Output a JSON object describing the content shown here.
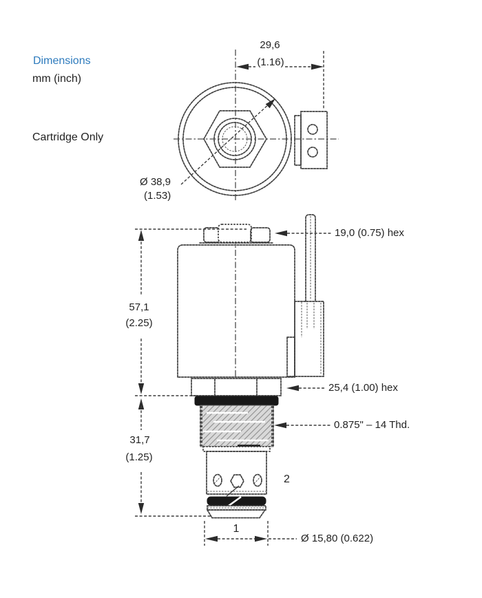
{
  "colors": {
    "ink": "#414141",
    "text": "#232323",
    "accent_blue": "#2e7bbd",
    "background": "#ffffff",
    "oring_black": "#181818"
  },
  "header": {
    "title": "Dimensions",
    "units": "mm (inch)",
    "variant": "Cartridge Only"
  },
  "top_view": {
    "width_dim_mm": "29,6",
    "width_dim_inch": "(1.16)",
    "coil_diameter_mm": "Ø 38,9",
    "coil_diameter_inch": "(1.53)"
  },
  "side_view": {
    "tube_hex_label": "19,0 (0.75) hex",
    "upper_height_mm": "57,1",
    "upper_height_inch": "(2.25)",
    "lower_height_mm": "31,7",
    "lower_height_inch": "(1.25)",
    "body_hex_label": "25,4 (1.00) hex",
    "thread_label": "0.875\" – 14 Thd.",
    "port2_label": "2",
    "port1_label": "1",
    "nose_diameter_label": "Ø 15,80 (0.622)"
  }
}
